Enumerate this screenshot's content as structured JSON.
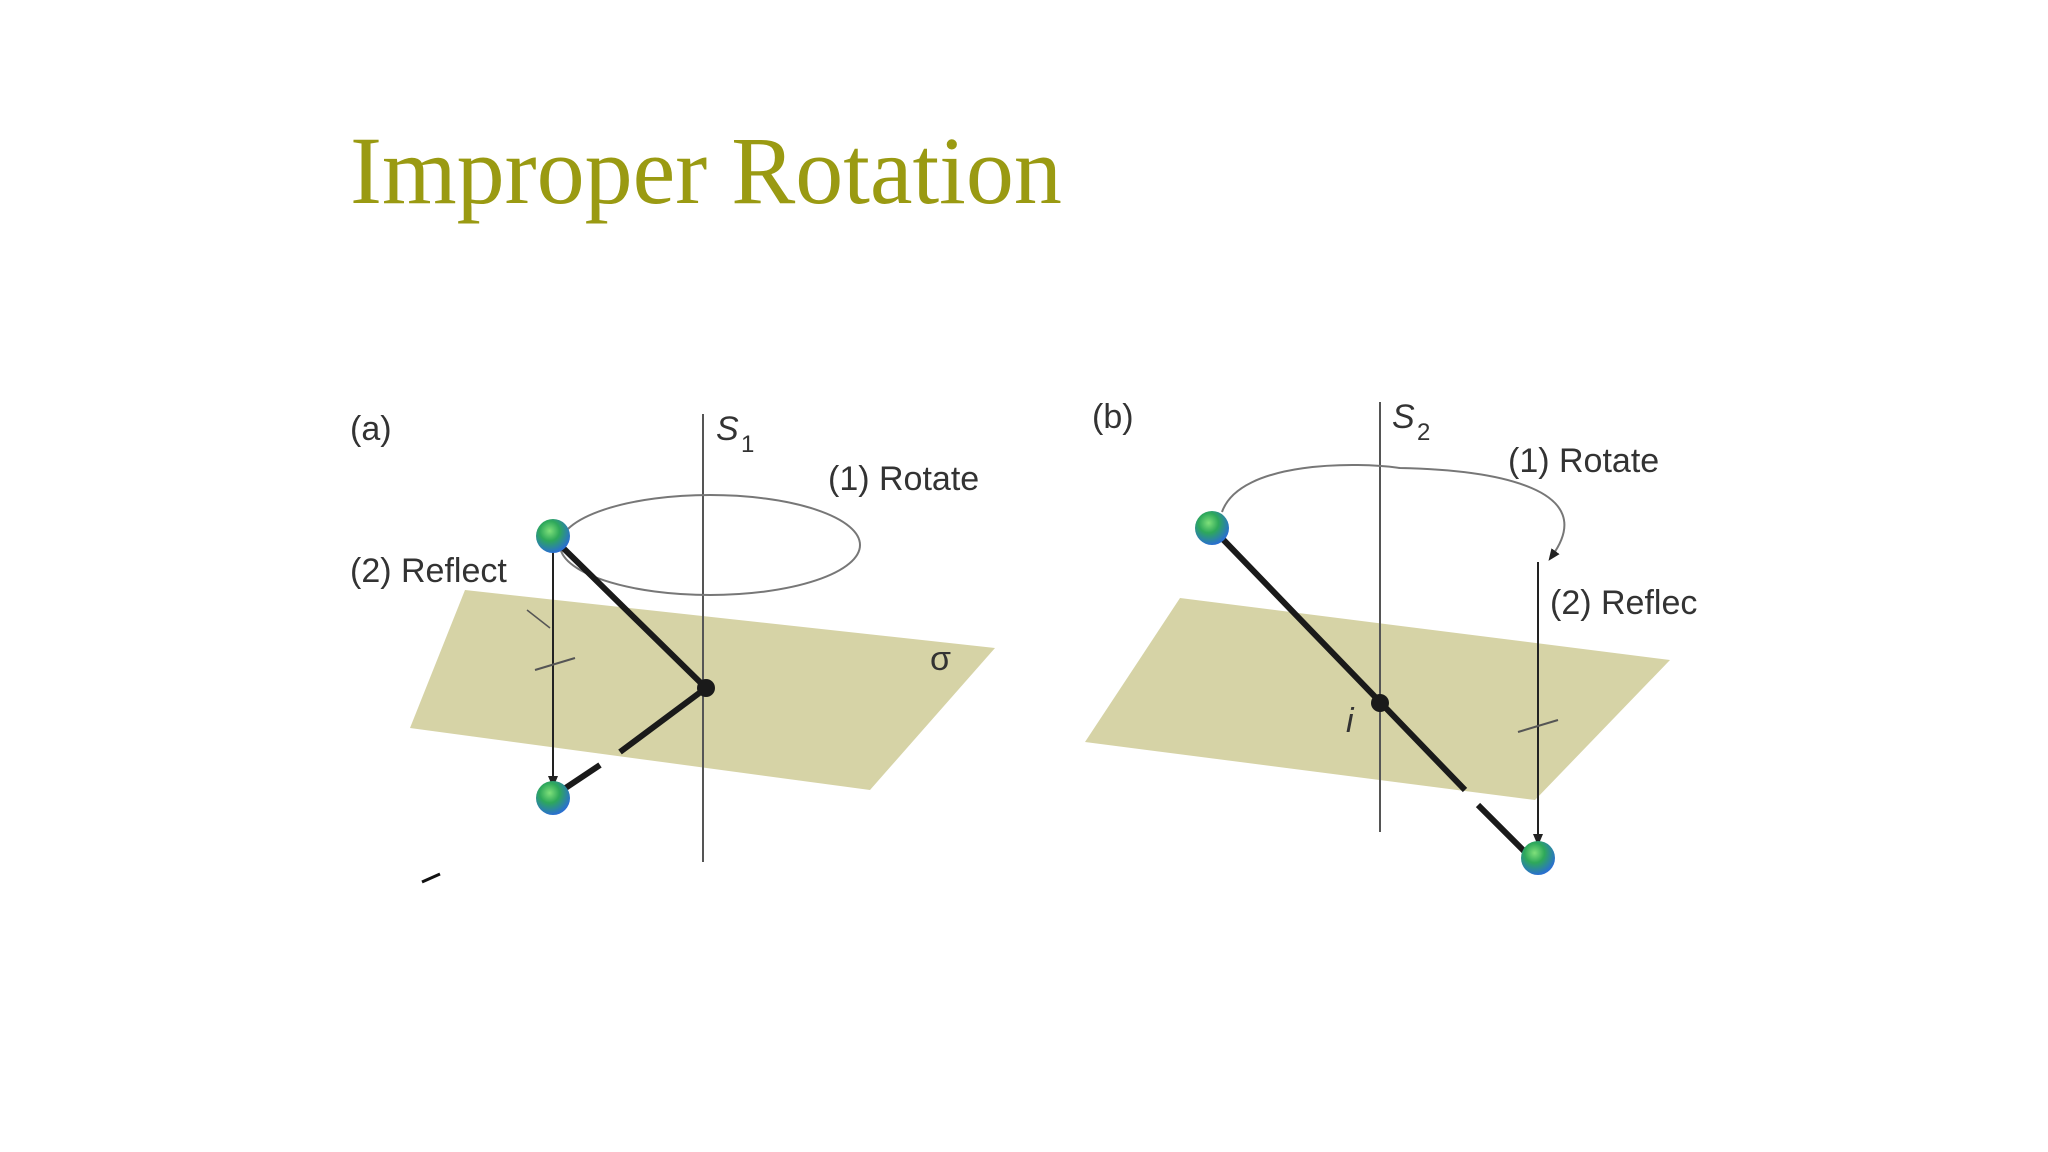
{
  "slide": {
    "title": "Improper Rotation",
    "title_color": "#9a9a12"
  },
  "colors": {
    "plane_fill": "#d6d3a6",
    "atom_green": "#2ea85a",
    "atom_blue": "#2a6fd0",
    "axis_line": "#555555",
    "bond": "#1a1a1a"
  },
  "diagram_a": {
    "panel_label": "(a)",
    "axis_letter": "S",
    "axis_subscript": "1",
    "step1_label": "(1) Rotate",
    "step2_label": "(2) Reflect",
    "plane_symbol": "σ"
  },
  "diagram_b": {
    "panel_label": "(b)",
    "axis_letter": "S",
    "axis_subscript": "2",
    "step1_label": "(1) Rotate",
    "step2_label": "(2) Reflec",
    "center_symbol": "i"
  }
}
